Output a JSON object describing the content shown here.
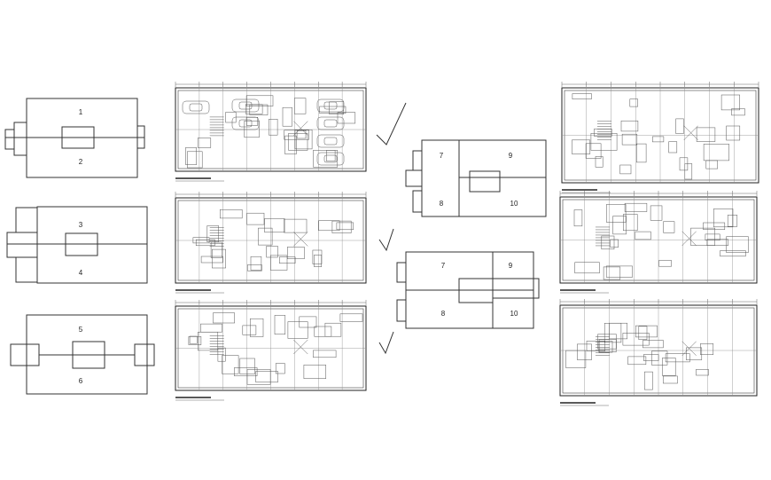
{
  "key_plans": [
    {
      "id": "key-plan-1",
      "labels": [
        "1",
        "2"
      ]
    },
    {
      "id": "key-plan-2",
      "labels": [
        "3",
        "4"
      ]
    },
    {
      "id": "key-plan-3",
      "labels": [
        "5",
        "6"
      ]
    },
    {
      "id": "key-plan-4",
      "labels": [
        "7",
        "9",
        "8",
        "10"
      ]
    },
    {
      "id": "key-plan-5",
      "labels": [
        "7",
        "9",
        "8",
        "10"
      ]
    }
  ],
  "floor_plans": [
    {
      "id": "parking-level-plan"
    },
    {
      "id": "first-floor-plan"
    },
    {
      "id": "second-floor-plan"
    },
    {
      "id": "right-plan-top"
    },
    {
      "id": "right-plan-middle"
    },
    {
      "id": "right-plan-bottom"
    }
  ],
  "check_marks": [
    "check-mark-1",
    "check-mark-2",
    "check-mark-3"
  ],
  "colors": {
    "line": "#333333",
    "background": "#ffffff"
  }
}
